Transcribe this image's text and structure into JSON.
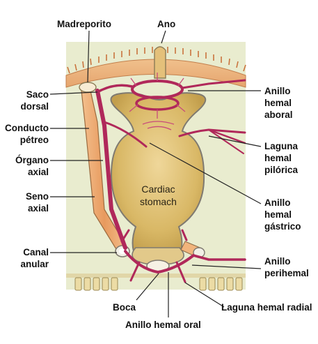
{
  "labels": {
    "madreporito": "Madreporito",
    "ano": "Ano",
    "saco_dorsal_1": "Saco",
    "saco_dorsal_2": "dorsal",
    "conducto_petreo_1": "Conducto",
    "conducto_petreo_2": "pétreo",
    "organo_axial_1": "Órgano",
    "organo_axial_2": "axial",
    "seno_axial_1": "Seno",
    "seno_axial_2": "axial",
    "canal_anular_1": "Canal",
    "canal_anular_2": "anular",
    "boca": "Boca",
    "anillo_hemal_oral": "Anillo hemal oral",
    "anillo_hemal_aboral_1": "Anillo",
    "anillo_hemal_aboral_2": "hemal",
    "anillo_hemal_aboral_3": "aboral",
    "laguna_hemal_pilorica_1": "Laguna",
    "laguna_hemal_pilorica_2": "hemal",
    "laguna_hemal_pilorica_3": "pilórica",
    "anillo_hemal_gastrico_1": "Anillo",
    "anillo_hemal_gastrico_2": "hemal",
    "anillo_hemal_gastrico_3": "gástrico",
    "anillo_perihemal_1": "Anillo",
    "anillo_perihemal_2": "perihemal",
    "laguna_hemal_radial": "Laguna hemal radial"
  },
  "stomach_text_1": "Cardiac",
  "stomach_text_2": "stomach",
  "colors": {
    "background_panel": "#e9eccf",
    "aboral_wall": "#e9b07a",
    "spines": "#d98a55",
    "stomach": "#e2c574",
    "hemal_vessels": "#b0285a",
    "axial_sinus": "#e8a066",
    "tube_feet": "#ead9a2"
  }
}
